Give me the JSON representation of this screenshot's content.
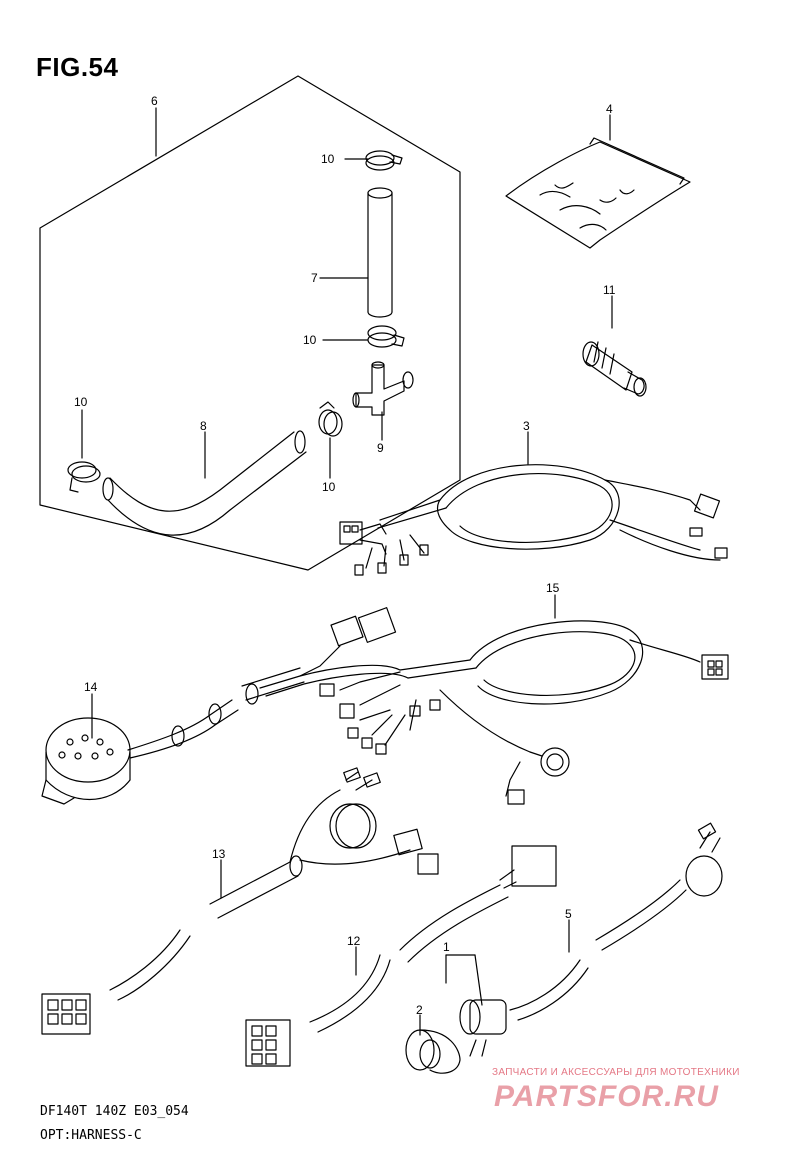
{
  "figure": {
    "title": "FIG.54"
  },
  "callouts": {
    "c1": "1",
    "c2": "2",
    "c3": "3",
    "c4": "4",
    "c5": "5",
    "c6": "6",
    "c7": "7",
    "c8": "8",
    "c9": "9",
    "c10a": "10",
    "c10b": "10",
    "c10c": "10",
    "c10d": "10",
    "c11": "11",
    "c12": "12",
    "c13": "13",
    "c14": "14",
    "c15": "15"
  },
  "footer": {
    "model_code": "DF140T 140Z E03_054",
    "caption": "OPT:HARNESS-C"
  },
  "watermark": {
    "tagline": "ЗАПЧАСТИ И АКСЕССУАРЫ ДЛЯ МОТОТЕХНИКИ",
    "brand": "PARTSFOR.RU"
  },
  "colors": {
    "ink": "#000000",
    "watermark": "#e9a0a8"
  }
}
